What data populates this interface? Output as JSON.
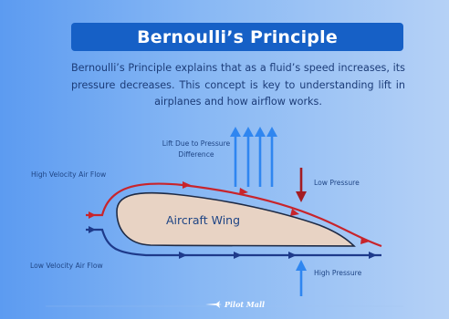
{
  "title": "Bernoulli’s Principle",
  "description": "Bernoulli’s Principle explains that as a fluid’s speed increases, its pressure decreases. This concept is key to understanding lift in airplanes and how airflow works.",
  "labels": {
    "lift": "Lift Due to Pressure Difference",
    "high_velocity": "High Velocity Air Flow",
    "low_velocity": "Low Velocity Air Flow",
    "low_pressure": "Low Pressure",
    "high_pressure": "High Pressure",
    "wing": "Aircraft Wing"
  },
  "logo_text": "Pilot Mall",
  "colors": {
    "title_bar": "#1660c6",
    "wing_fill": "#e8d3c4",
    "upper_flow": "#c8242b",
    "lower_flow": "#1e3a8a",
    "lift_arrows": "#2f86f0"
  },
  "icons": [
    "lift-arrows-icon",
    "low-pressure-arrow-icon",
    "high-pressure-arrow-icon",
    "logo-plane-icon"
  ]
}
